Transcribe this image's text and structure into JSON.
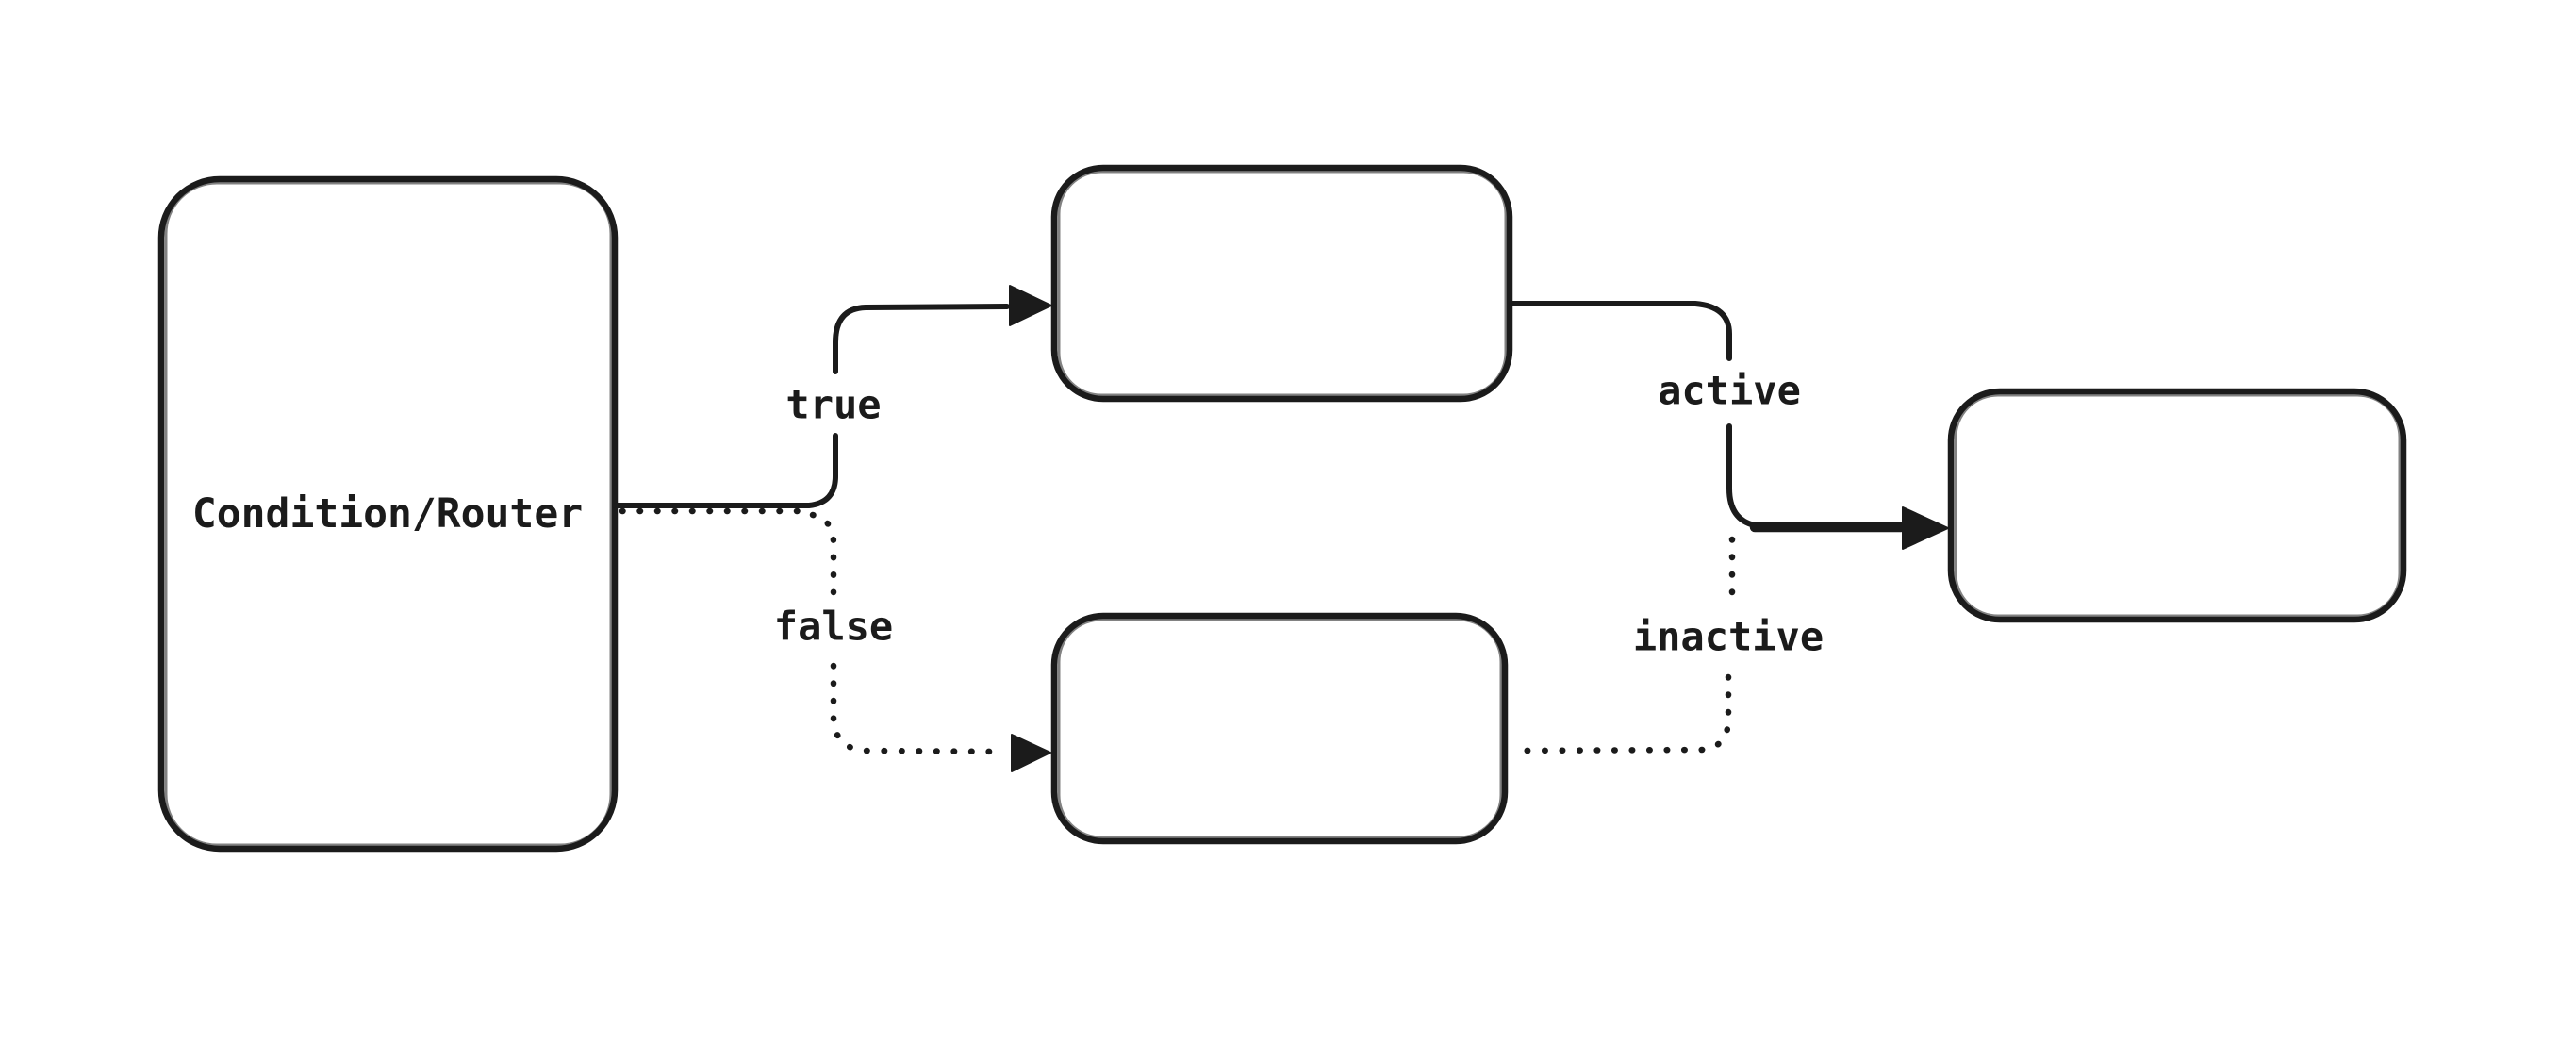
{
  "diagram": {
    "background_color": "#ffffff",
    "stroke_color": "#1b1b1b",
    "nodes": {
      "condition_router": {
        "label": "Condition/Router"
      },
      "true_target": {
        "label": ""
      },
      "false_target": {
        "label": ""
      },
      "final_target": {
        "label": ""
      }
    },
    "edges": {
      "true_branch": {
        "label": "true",
        "line_style": "solid",
        "arrowhead": "triangle"
      },
      "false_branch": {
        "label": "false",
        "line_style": "dotted",
        "arrowhead": "triangle"
      },
      "active_branch": {
        "label": "active",
        "line_style": "solid",
        "arrowhead": "triangle"
      },
      "inactive_branch": {
        "label": "inactive",
        "line_style": "dotted",
        "arrowhead": "triangle"
      }
    }
  }
}
